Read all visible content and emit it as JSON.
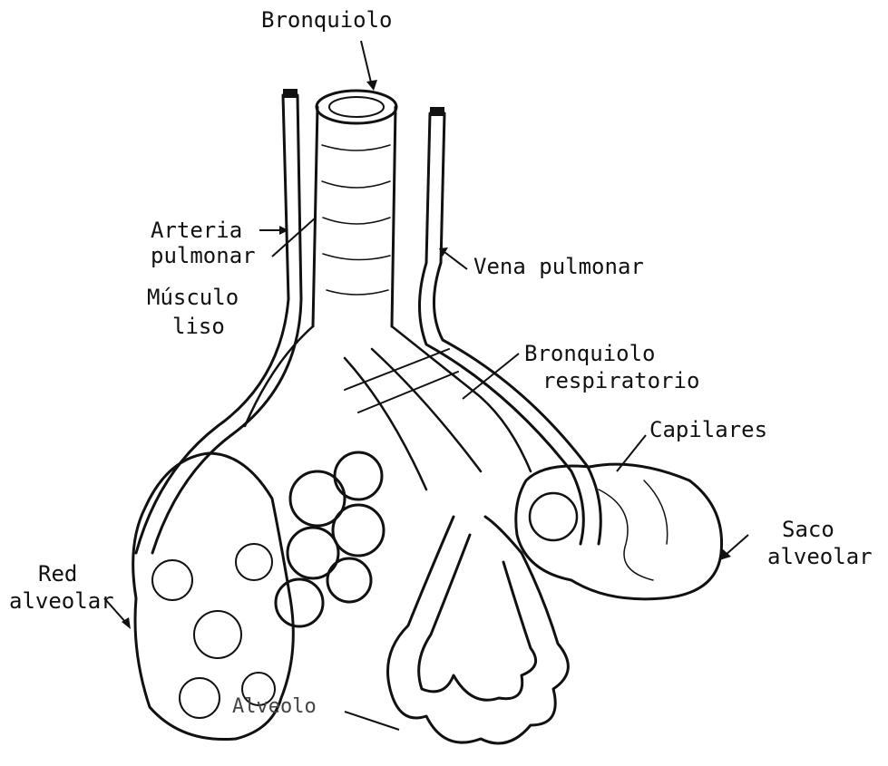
{
  "labels": {
    "bronquiolo": "Bronquiolo",
    "arteria_l1": "Arteria",
    "arteria_l2": "pulmonar",
    "vena": "Vena pulmonar",
    "musculo_l1": "Músculo",
    "musculo_l2": "liso",
    "bronq_resp_l1": "Bronquiolo",
    "bronq_resp_l2": "respiratorio",
    "capilares": "Capilares",
    "saco_l1": "Saco",
    "saco_l2": "alveolar",
    "red_l1": "Red",
    "red_l2": "alveolar",
    "alveolo": "Alveolo"
  },
  "colors": {
    "ink": "#111111",
    "paper": "#ffffff"
  }
}
